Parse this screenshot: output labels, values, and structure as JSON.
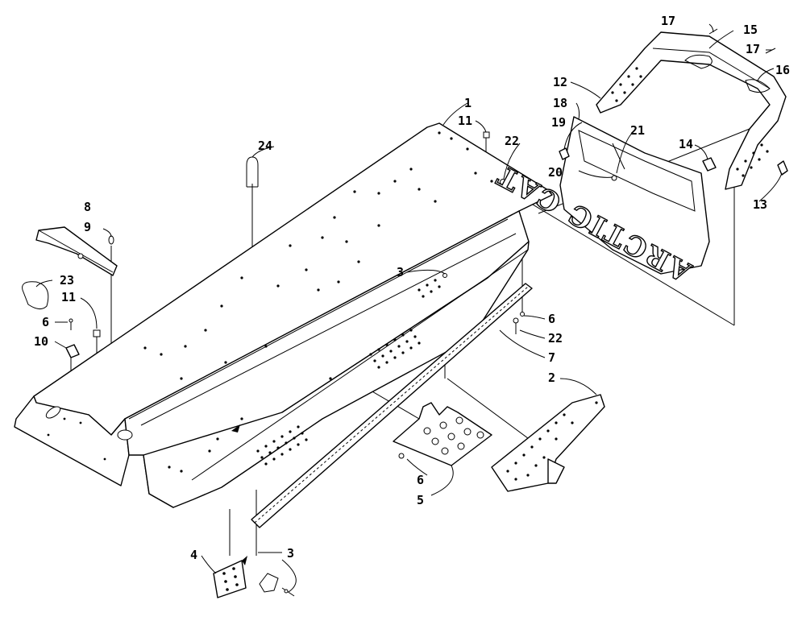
{
  "callouts": [
    "1",
    "2",
    "3",
    "3",
    "4",
    "5",
    "6",
    "6",
    "6",
    "7",
    "8",
    "9",
    "10",
    "11",
    "11",
    "12",
    "13",
    "14",
    "15",
    "16",
    "17",
    "17",
    "18",
    "19",
    "20",
    "21",
    "22",
    "22",
    "23",
    "24"
  ],
  "brand_text": "ARCTIC CAT"
}
